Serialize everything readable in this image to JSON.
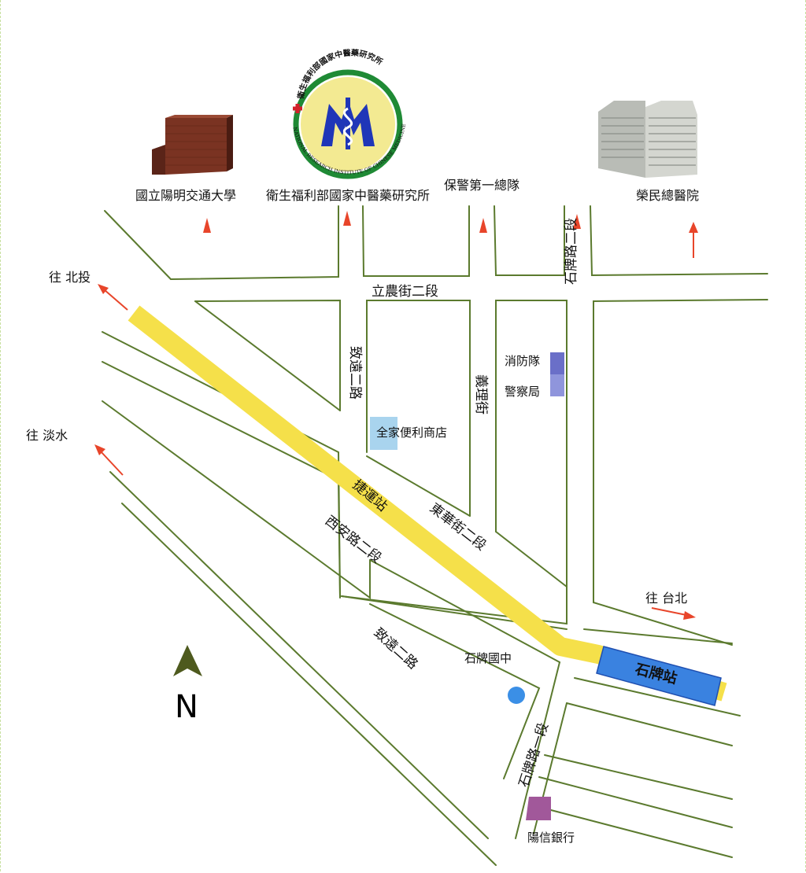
{
  "landmarks": {
    "university": "國立陽明交通大學",
    "institute": "衛生福利部國家中醫藥研究所",
    "security_corps": "保警第一總隊",
    "hospital": "榮民總醫院"
  },
  "logo": {
    "top_text": "衛生福利部國家中醫藥研究所",
    "bottom_text": "NATIONAL RESEARCH INSTITUTE OF CHINESE MEDICINE"
  },
  "roads": {
    "linong": "立農街二段",
    "zhiyuan_2_upper": "致遠二路",
    "yili": "義理街",
    "shipai_2": "石牌路二段",
    "donghua": "東華街二段",
    "xian": "西安路二段",
    "zhiyuan_2_lower": "致遠二路",
    "shipai_1": "石牌路一段",
    "mrt_line": "捷運站"
  },
  "directions": {
    "beitou": "往 北投",
    "tamsui": "往 淡水",
    "taipei": "往 台北"
  },
  "places": {
    "fire_station": "消防隊",
    "police": "警察局",
    "family_mart": "全家便利商店",
    "shipai_junior_high": "石牌國中",
    "yangxin_bank": "陽信銀行"
  },
  "station": "石牌站",
  "compass": "N",
  "colors": {
    "road_line": "#5b7a2e",
    "mrt_line": "#f5e04a",
    "station_fill": "#3a82e0",
    "arrow": "#e8452a",
    "fire_station": "#6a6fc8",
    "police": "#8f95dc",
    "family_mart": "#a9d4ee",
    "school_dot": "#3b8fe6",
    "bank": "#a1589a",
    "logo_ring_outer": "#1f8a35",
    "logo_inner": "#f3ea92",
    "logo_symbol": "#1f36b8"
  }
}
